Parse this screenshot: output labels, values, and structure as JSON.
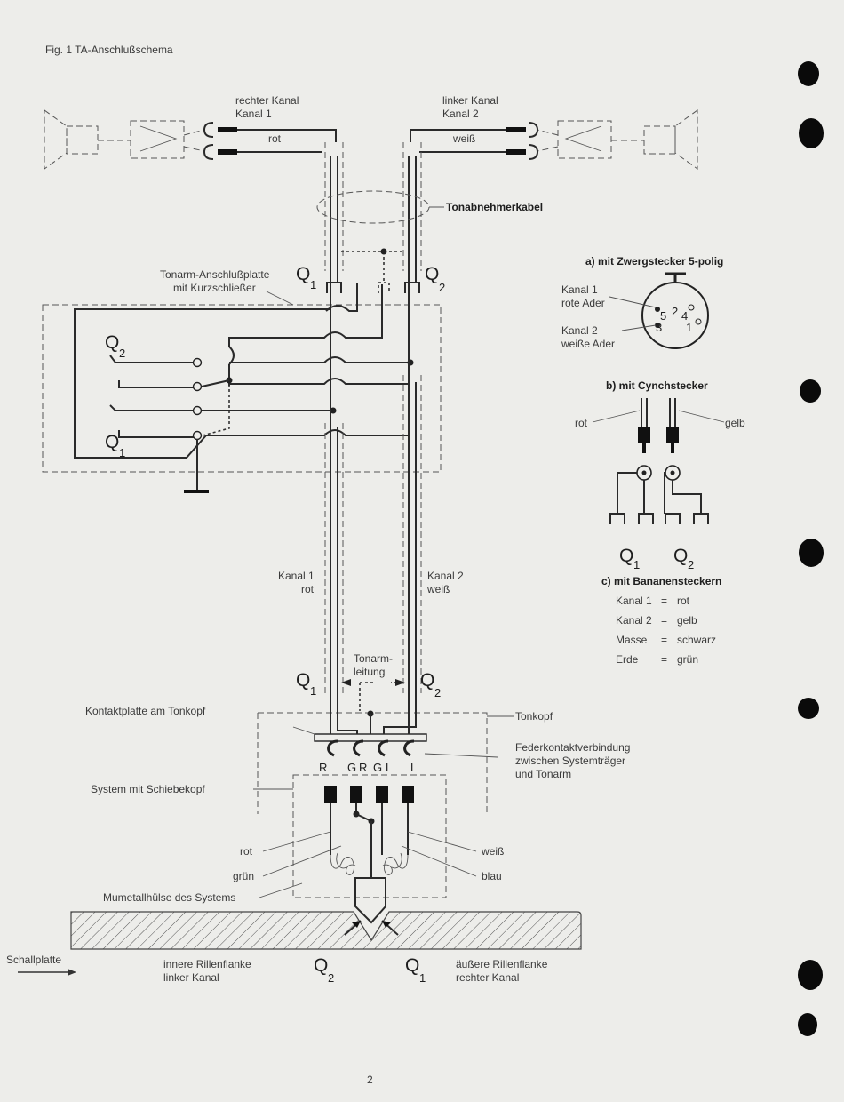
{
  "figure_title": "Fig. 1  TA-Anschlußschema",
  "page_number": "2",
  "channels": {
    "right_line1": "rechter Kanal",
    "right_line2": "Kanal 1",
    "right_color": "rot",
    "left_line1": "linker Kanal",
    "left_line2": "Kanal 2",
    "left_color": "weiß"
  },
  "cable_label": "Tonabnehmerkabel",
  "plate_label_line1": "Tonarm-Anschlußplatte",
  "plate_label_line2": "mit Kurzschließer",
  "q": {
    "main": "Q",
    "sub1": "1",
    "sub2": "2"
  },
  "arm_labels": {
    "kanal1_line1": "Kanal 1",
    "kanal1_line2": "rot",
    "kanal2_line1": "Kanal 2",
    "kanal2_line2": "weiß",
    "tonarm_line1": "Tonarm-",
    "tonarm_line2": "leitung"
  },
  "head_labels": {
    "contact_plate": "Kontaktplatte am Tonkopf",
    "tonkopf": "Tonkopf",
    "feder_line1": "Federkontaktverbindung",
    "feder_line2": "zwischen Systemträger",
    "feder_line3": "und Tonarm",
    "system": "System mit Schiebekopf",
    "pins": [
      "R",
      "G",
      "R",
      "G",
      "L",
      "L"
    ],
    "rot": "rot",
    "gruen": "grün",
    "weiss": "weiß",
    "blau": "blau",
    "mumetall": "Mumetallhülse des Systems"
  },
  "record": {
    "schallplatte": "Schallplatte",
    "inner_line1": "innere Rillenflanke",
    "inner_line2": "linker Kanal",
    "outer_line1": "äußere Rillenflanke",
    "outer_line2": "rechter Kanal"
  },
  "connectors": {
    "a_title": "a) mit Zwergstecker 5-polig",
    "a_k1_line1": "Kanal 1",
    "a_k1_line2": "rote Ader",
    "a_k2_line1": "Kanal 2",
    "a_k2_line2": "weiße Ader",
    "a_pins": [
      "5",
      "2",
      "4",
      "3",
      "1"
    ],
    "b_title": "b) mit Cynchstecker",
    "b_rot": "rot",
    "b_gelb": "gelb",
    "c_title": "c) mit Bananensteckern",
    "c_list": [
      {
        "name": "Kanal 1",
        "value": "rot"
      },
      {
        "name": "Kanal 2",
        "value": "gelb"
      },
      {
        "name": "Masse",
        "value": "schwarz"
      },
      {
        "name": "Erde",
        "value": "grün"
      }
    ],
    "eq": "="
  }
}
